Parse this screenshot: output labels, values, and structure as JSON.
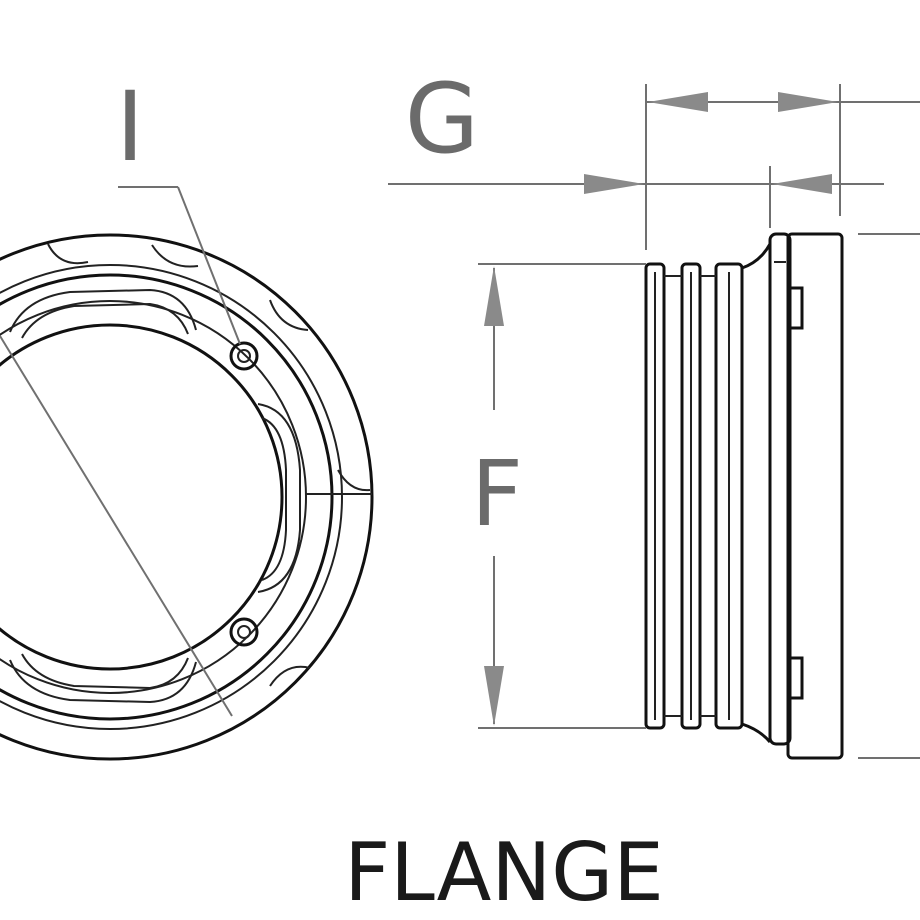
{
  "labels": {
    "callout_i": "I",
    "dim_g": "G",
    "dim_f": "F",
    "caption": "FLANGE"
  },
  "colors": {
    "object_line": "#111111",
    "dimension_line": "#707070",
    "dimension_text": "#6b6b6b",
    "caption_text": "#1a1a1a",
    "background": "#ffffff"
  }
}
